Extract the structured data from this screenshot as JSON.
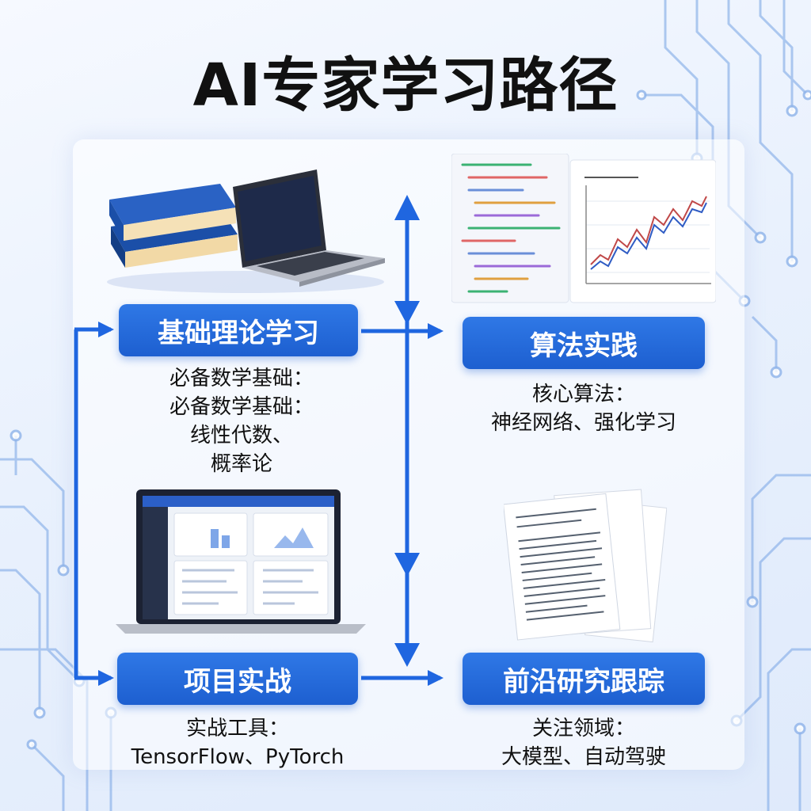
{
  "title": "AI专家学习路径",
  "nodes": {
    "theory": {
      "label": "基础理论学习",
      "desc_lines": [
        "必备数学基础：",
        "必备数学基础：",
        "线性代数、",
        "概率论"
      ]
    },
    "algorithm": {
      "label": "算法实践",
      "desc_lines": [
        "核心算法：",
        "神经网络、强化学习"
      ]
    },
    "project": {
      "label": "项目实战",
      "desc_lines": [
        "实战工具：",
        "TensorFlow、PyTorch"
      ]
    },
    "research": {
      "label": "前沿研究跟踪",
      "desc_lines": [
        "关注领域：",
        "大模型、自动驾驶"
      ]
    }
  },
  "colors": {
    "accent": "#1d5fd0",
    "arrow": "#1f66e0",
    "title_text": "#111111",
    "book_blue": "#1b4fa8",
    "book_pages": "#f2d9a6"
  },
  "icons": {
    "theory": "books-and-laptop-icon",
    "algorithm": "code-and-chart-icon",
    "project": "dashboard-laptop-icon",
    "research": "paper-documents-icon"
  }
}
